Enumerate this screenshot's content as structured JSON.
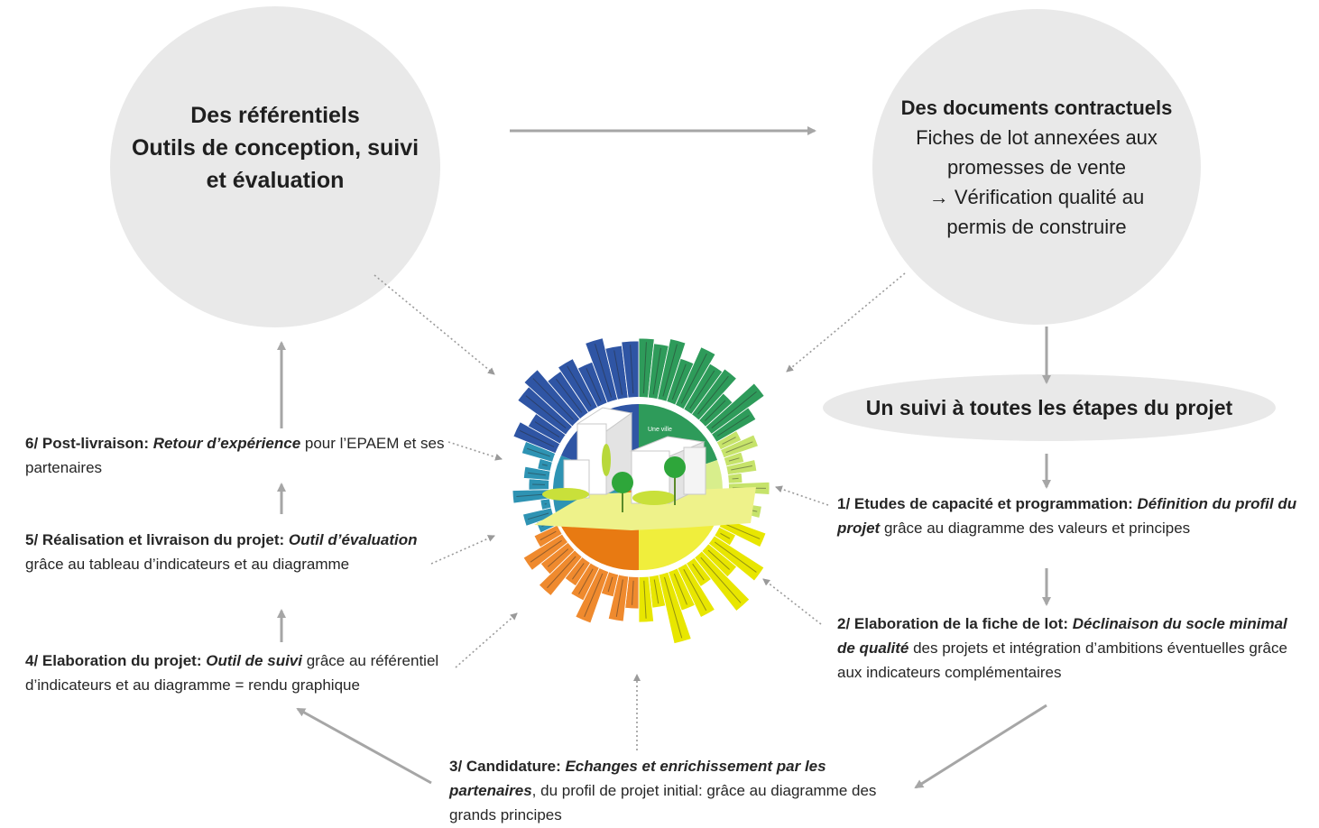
{
  "circle_left": {
    "line1": "Des référentiels",
    "line2": "Outils de conception, suivi",
    "line3": "et évaluation"
  },
  "circle_right": {
    "title": "Des documents contractuels",
    "line1": "Fiches de lot annexées aux",
    "line2": "promesses de vente",
    "line3": "→ Vérification qualité au",
    "line4": "permis de construire"
  },
  "ellipse": {
    "label": "Un suivi à toutes les étapes du projet"
  },
  "center_wheel": {
    "label": "Une ville"
  },
  "steps": {
    "s1": {
      "lead": "1/ Etudes de capacité et programmation: ",
      "emph": "Définition du profil du projet",
      "rest": " grâce au diagramme des valeurs et principes"
    },
    "s2": {
      "lead": "2/ Elaboration de la fiche de lot: ",
      "emph": " Déclinaison du socle minimal de qualité",
      "rest": " des projets et intégration d’ambitions éventuelles grâce aux indicateurs complémentaires"
    },
    "s3": {
      "lead": "3/ Candidature: ",
      "emph": "Echanges et enrichissement par les partenaires",
      "rest": ", du profil de projet initial: grâce au diagramme des grands principes"
    },
    "s4": {
      "lead": "4/ Elaboration du projet: ",
      "emph": "Outil de suivi",
      "rest": " grâce au référentiel d’indicateurs et au diagramme = rendu graphique"
    },
    "s5": {
      "lead": "5/ Réalisation et livraison du projet: ",
      "emph": "Outil d’évaluation",
      "rest": " grâce au tableau d’indicateurs et au diagramme"
    },
    "s6": {
      "lead": "6/ Post-livraison: ",
      "emph": "Retour d’expérience",
      "rest": " pour l’EPAEM et ses partenaires"
    }
  },
  "colors": {
    "circle_fill": "#e9e9e9",
    "arrow_grey": "#a6a6a6",
    "dark_blue": "#2f55a4",
    "teal": "#2e93b3",
    "dark_green": "#2e9b5a",
    "light_green": "#c6e36a",
    "yellow": "#e8e600",
    "orange": "#ef8a2e"
  }
}
